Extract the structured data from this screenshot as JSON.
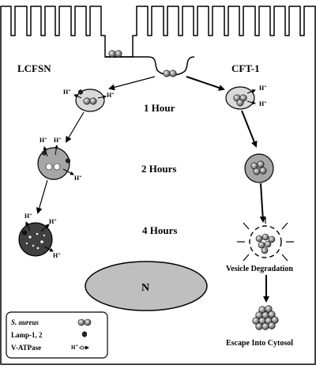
{
  "labels": {
    "left_title": "LCFSN",
    "right_title": "CFT-1",
    "time_1": "1 Hour",
    "time_2": "2 Hours",
    "time_3": "4 Hours",
    "nucleus": "N",
    "vesicle_degradation": "Vesicle Degradation",
    "escape": "Escape Into Cytosol",
    "proton": "H",
    "proton_charge": "+"
  },
  "legend": {
    "items": [
      {
        "label": "S. aureus",
        "italic": true,
        "icon": "bacteria-pair-icon"
      },
      {
        "label": "Lamp-1, 2",
        "italic": false,
        "icon": "lamp-hexagon-icon"
      },
      {
        "label": "V-ATPase",
        "italic": false,
        "icon": "v-atpase-pump-icon"
      }
    ]
  },
  "colors": {
    "stroke": "#000000",
    "bacteria": "#8a8a8a",
    "vesicle_1h": "#d9d9d9",
    "vesicle_2h_left": "#a6a6a6",
    "vesicle_4h_left": "#404040",
    "vesicle_2h_right": "#a6a6a6",
    "nucleus": "#bfbfbf"
  }
}
